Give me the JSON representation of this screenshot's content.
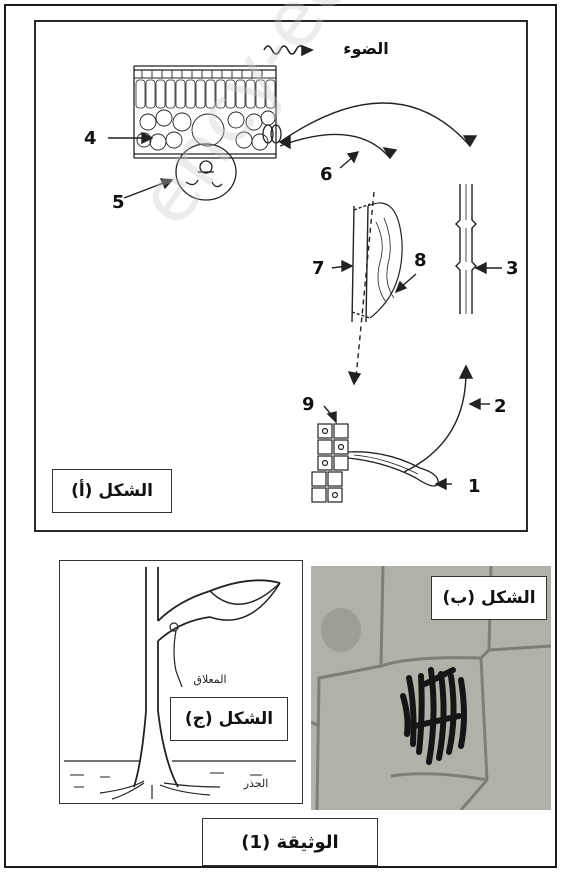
{
  "figure_a": {
    "label": "الشكل (أ)",
    "light_label": "الضوء",
    "numbers": {
      "n1": "1",
      "n2": "2",
      "n3": "3",
      "n4": "4",
      "n5": "5",
      "n6": "6",
      "n7": "7",
      "n8": "8",
      "n9": "9"
    }
  },
  "figure_b": {
    "label": "الشكل (ب)"
  },
  "figure_c": {
    "label": "الشكل (ج)",
    "tendril_label": "المعلاق",
    "root_label": "الجذر"
  },
  "document_title": "الوثيقة (1)",
  "watermark": "ency-educ"
}
